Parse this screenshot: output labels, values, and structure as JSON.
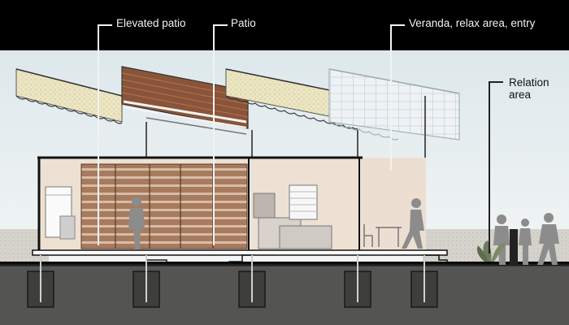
{
  "labels": {
    "elevated_patio": "Elevated patio",
    "patio": "Patio",
    "veranda": "Veranda, relax area, entry",
    "relation_area_line1": "Relation",
    "relation_area_line2": "area"
  },
  "colors": {
    "header_band": "#000000",
    "sky": "#e6eef0",
    "ground": "#545452",
    "wall": "#ede1d4",
    "louver": "#a77b5e",
    "roof_pattern": "#ece5c2",
    "glass_roof": "#eef2f4",
    "figure": "#8c8c8c",
    "leader_light": "#f2f2f2",
    "leader_dark": "#222222"
  }
}
